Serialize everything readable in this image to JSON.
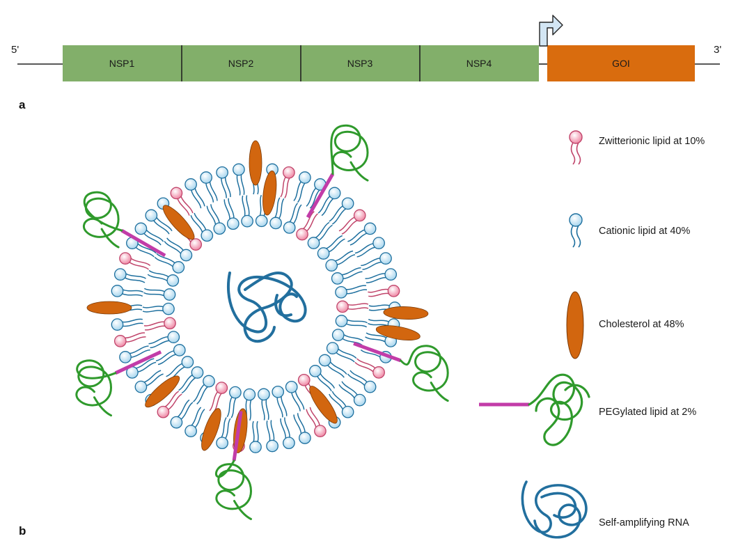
{
  "panel_a": {
    "label": "a",
    "five_prime": "5'",
    "three_prime": "3'",
    "segments": [
      {
        "label": "NSP1"
      },
      {
        "label": "NSP2"
      },
      {
        "label": "NSP3"
      },
      {
        "label": "NSP4"
      },
      {
        "label": "GOI"
      }
    ],
    "colors": {
      "nsp": "#82af6a",
      "goi": "#d96c0e",
      "promoter": "#d3e6f4"
    }
  },
  "panel_b": {
    "label": "b",
    "legend": [
      {
        "label": "Zwitterionic lipid at 10%",
        "icon": "zwitterionic-lipid-icon"
      },
      {
        "label": "Cationic lipid at 40%",
        "icon": "cationic-lipid-icon"
      },
      {
        "label": "Cholesterol at 48%",
        "icon": "cholesterol-icon"
      },
      {
        "label": "PEGylated lipid at 2%",
        "icon": "pegylated-lipid-icon"
      },
      {
        "label": "Self-amplifying RNA",
        "icon": "rna-icon"
      }
    ],
    "colors": {
      "zwitterionic": "#f3a0b6",
      "zwitterionic_tail": "#c0446a",
      "cationic": "#bfe3f3",
      "cationic_tail": "#1d6f9e",
      "cholesterol": "#d2660f",
      "peg_lipid": "#c23ca8",
      "peg_coil": "#2f9a2c",
      "rna": "#226f9e"
    }
  }
}
